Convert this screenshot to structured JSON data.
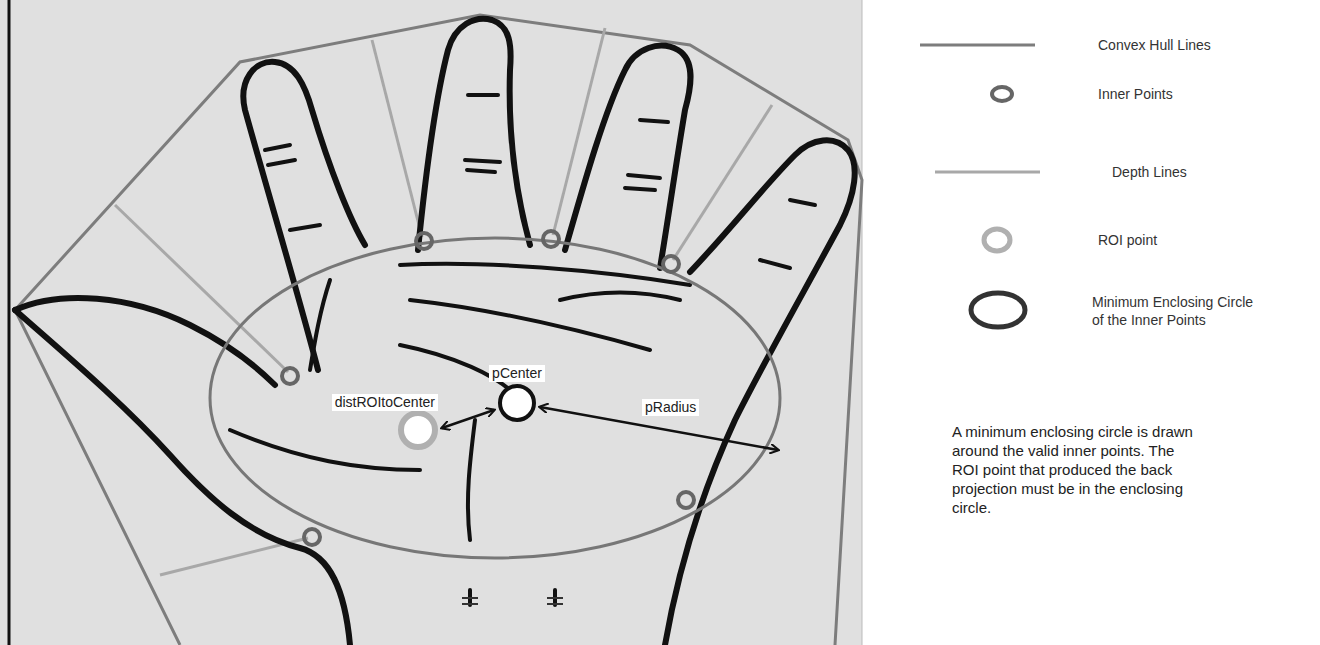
{
  "diagram": {
    "labels": [
      "pCenter",
      "distROItoCenter",
      "pRadius",
      "A minimum enclosing circle is drawn around the valid inner points. The ROI point that produced the back projection must be in the enclosing circle."
    ],
    "legend": [
      {
        "text": "Convex Hull Lines"
      },
      {
        "text": "Inner Points"
      },
      {
        "text": "Depth Lines"
      },
      {
        "text": "ROI point"
      },
      {
        "text": "Minimum Enclosing Circle of the Inner Points"
      }
    ]
  }
}
